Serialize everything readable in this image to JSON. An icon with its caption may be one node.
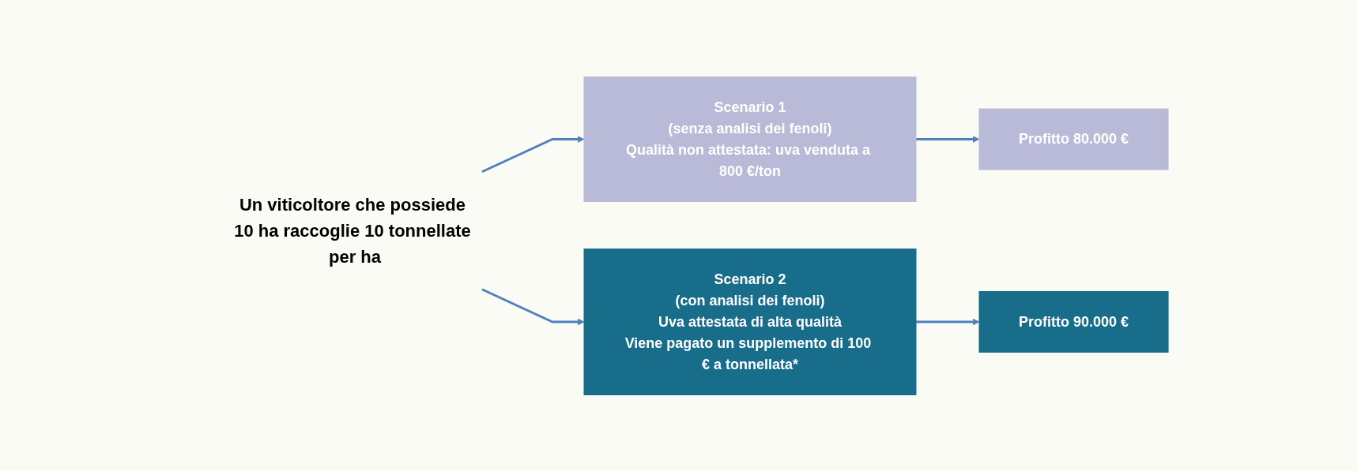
{
  "diagram": {
    "nodes": [
      {
        "text": [
          "Un viticoltore che possiede 10 ha raccoglie 10 tonnellate per ha"
        ]
      },
      {
        "text": [
          "Scenario 1",
          "(senza analisi dei fenoli)",
          "Qualità non attestata: uva venduta a 800 €/ton"
        ]
      },
      {
        "text": [
          "Profitto 80.000 €"
        ]
      },
      {
        "text": [
          "Scenario 2",
          "(con analisi dei fenoli)",
          "Uva attestata di alta qualità",
          "Viene pagato un supplemento di 100 € a tonnellata*"
        ]
      },
      {
        "text": [
          "Profitto 90.000 €"
        ]
      }
    ],
    "edges": [
      {
        "from": 0,
        "to": 1,
        "arrow": "to"
      },
      {
        "from": 0,
        "to": 3,
        "arrow": "to"
      },
      {
        "from": 1,
        "to": 2,
        "arrow": "to"
      },
      {
        "from": 3,
        "to": 4,
        "arrow": "to"
      }
    ]
  }
}
